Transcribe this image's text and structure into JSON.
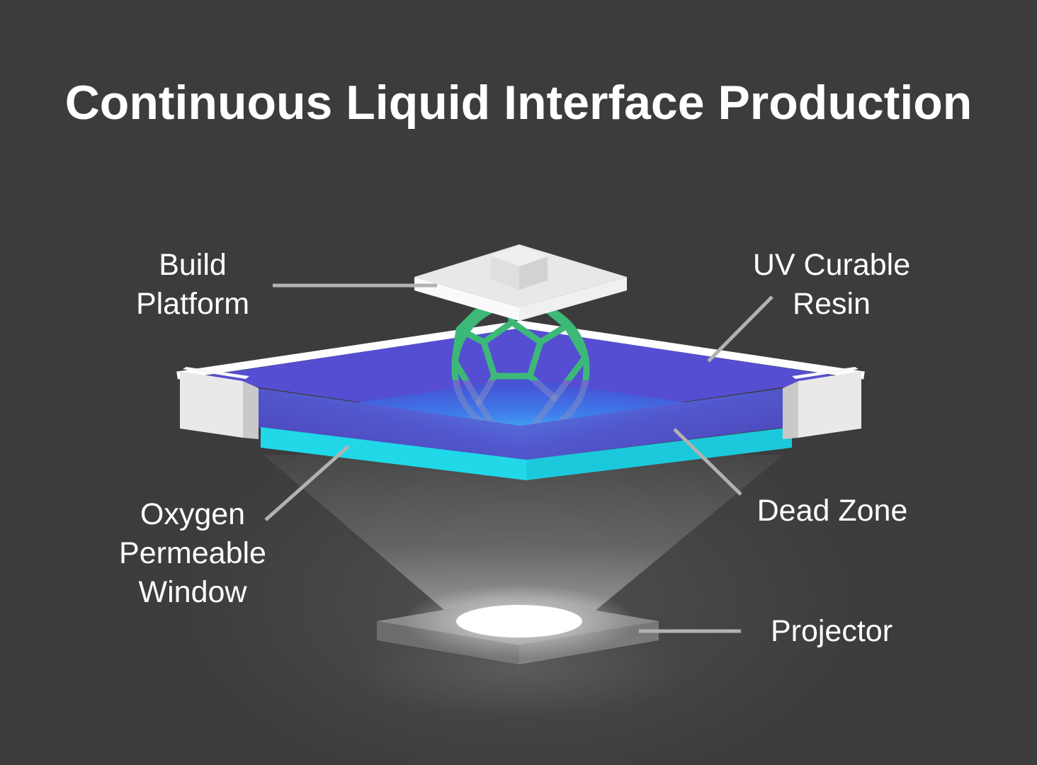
{
  "title": "Continuous Liquid Interface Production",
  "labels": {
    "build_platform": {
      "lines": [
        "Build",
        "Platform"
      ]
    },
    "uv_curable_resin": {
      "lines": [
        "UV Curable",
        "Resin"
      ]
    },
    "oxygen_permeable_window": {
      "lines": [
        "Oxygen",
        "Permeable",
        "Window"
      ]
    },
    "dead_zone": {
      "lines": [
        "Dead Zone"
      ]
    },
    "projector": {
      "lines": [
        "Projector"
      ]
    }
  },
  "colors": {
    "background": "#3c3c3c",
    "title_text": "#ffffff",
    "label_text": "#ffffff",
    "leader_line": "#b2b2b2",
    "vat_rim_white": "#ffffff",
    "resin_surface_purple": "#554ed2",
    "dead_zone_glow_blue": "#41a8f2",
    "window_cyan_left": "#20d8e8",
    "window_cyan_right": "#1cc9dc",
    "printed_part_green": "#3cb878",
    "submerged_part_ghost": "#828cc3",
    "platform_top": "#e8e8e8",
    "platform_front": "#fafafa",
    "handle_light": "#e9e9e9",
    "handle_dark": "#c9c9c9",
    "projector_top": "#8b8b8b",
    "projector_front_left": "#6c6c6c",
    "projector_front_right": "#787878",
    "lens_white": "#ffffff"
  }
}
